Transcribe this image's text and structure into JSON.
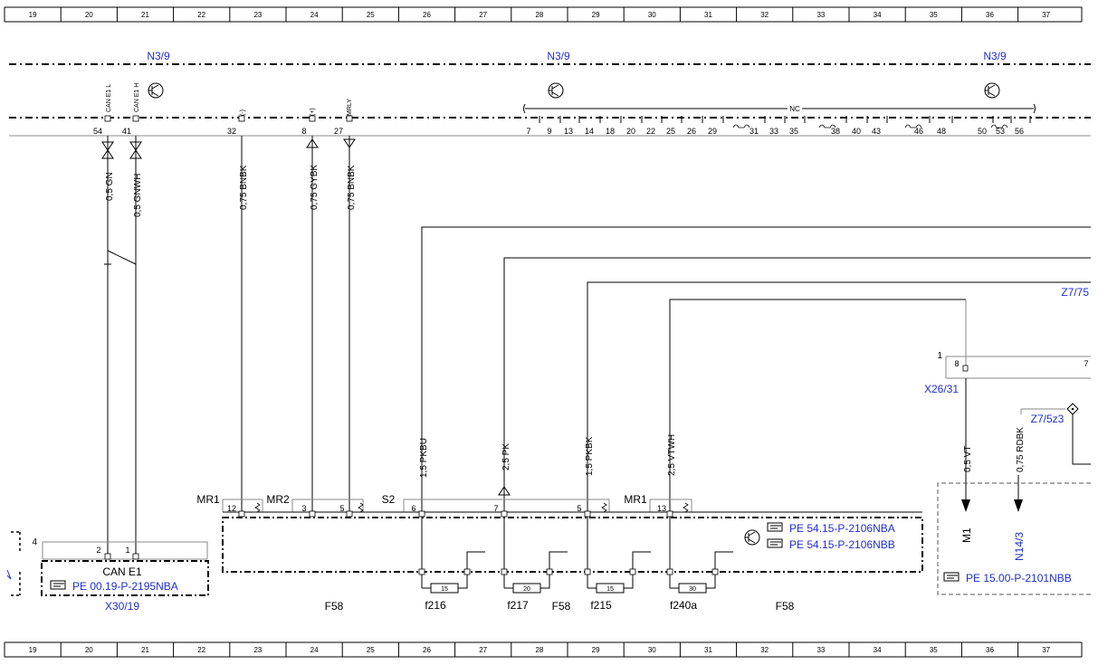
{
  "colors": {
    "blue": "#1f2fd0",
    "black": "#000000",
    "grey": "#6f6f6f"
  },
  "ruler": [
    "19",
    "20",
    "21",
    "22",
    "23",
    "24",
    "25",
    "26",
    "27",
    "28",
    "29",
    "30",
    "31",
    "32",
    "33",
    "34",
    "35",
    "36",
    "37"
  ],
  "components": {
    "n3_9_left": "N3/9",
    "n3_9_mid": "N3/9",
    "n3_9_right": "N3/9",
    "z7_75": "Z7/75",
    "x26_31": "X26/31",
    "z7_5z3": "Z7/5z3",
    "x30_19": "X30/19",
    "f58_a": "F58",
    "f58_b": "F58",
    "f58_c": "F58",
    "m1": "M1",
    "n14_3": "N14/3",
    "can_e1": "CAN E1"
  },
  "refs": {
    "pe_0019": "PE 00.19-P-2195NBA",
    "pe_5415a": "PE 54.15-P-2106NBA",
    "pe_5415b": "PE 54.15-P-2106NBB",
    "pe_1500": "PE 15.00-P-2101NBB"
  },
  "ecu_pin_labels": {
    "can_l": "CAN E1 L",
    "can_h": "CAN E1 H",
    "minus": "(-)",
    "plus": "(+)",
    "mrly": "MRLY",
    "nc": "NC"
  },
  "ecu_pins": [
    "54",
    "41",
    "32",
    "8",
    "27",
    "7",
    "9",
    "13",
    "14",
    "18",
    "20",
    "22",
    "25",
    "26",
    "29",
    "31",
    "33",
    "35",
    "38",
    "40",
    "43",
    "46",
    "48",
    "50",
    "53",
    "56"
  ],
  "wires": {
    "w54": "0,5 GN",
    "w41": "0,5 GNWH",
    "w32": "0,75 BNBK",
    "w8": "0,75 GYBK",
    "w27": "0,75 BNBK",
    "pkbu": "1,5 PKBU",
    "pk": "2,5 PK",
    "pkbk": "1,5 PKBK",
    "vtwh": "2,5 VTWH",
    "vt": "0,5 VT",
    "rdbk": "0,75 RDBK"
  },
  "fuse_block": {
    "mr1_a": "MR1",
    "mr2": "MR2",
    "s2": "S2",
    "mr1_b": "MR1",
    "pins": [
      "12",
      "3",
      "5",
      "6",
      "7",
      "5",
      "13"
    ]
  },
  "fuses": [
    {
      "name": "f216",
      "rating": "15"
    },
    {
      "name": "f217",
      "rating": "20"
    },
    {
      "name": "f215",
      "rating": "15"
    },
    {
      "name": "f240a",
      "rating": "30"
    }
  ],
  "x30_pins": {
    "p4": "4",
    "p2": "2",
    "p1": "1"
  },
  "x26_pins": {
    "p1": "1",
    "p8": "8",
    "p7": "7"
  }
}
